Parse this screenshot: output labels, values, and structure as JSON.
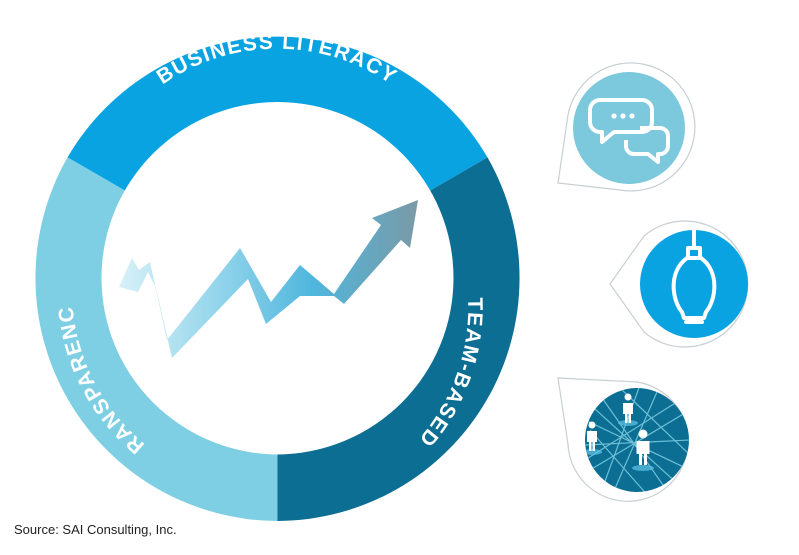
{
  "ring": {
    "segments": [
      {
        "label": "BUSINESS LITERACY",
        "color": "#0aa3e2"
      },
      {
        "label": "TEAM-BASED",
        "color": "#0c6e93"
      },
      {
        "label": "TRANSPARENCY",
        "color": "#7ecfe3"
      }
    ]
  },
  "trend_arrow": {
    "gradient": [
      "#d7f1f8",
      "#8fd3ea",
      "#4fb6dd",
      "#7a9aa6"
    ]
  },
  "icons": [
    {
      "name": "chat-bubbles-icon",
      "color": "#7cc8dc"
    },
    {
      "name": "light-bulb-icon",
      "color": "#0aa3e2"
    },
    {
      "name": "people-network-icon",
      "color": "#0c6e93"
    }
  ],
  "footer": {
    "source": "Source: SAI Consulting, Inc."
  }
}
